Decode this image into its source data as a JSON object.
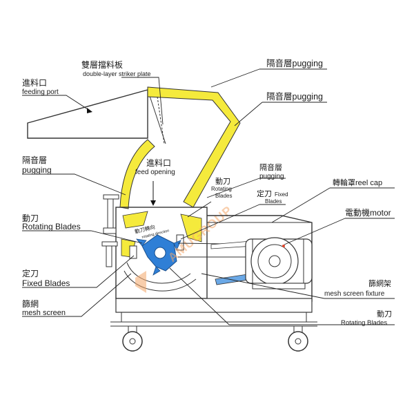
{
  "colors": {
    "pugging": "#f5ea3c",
    "rotor": "#2f7fd6",
    "belt": "#6aa8e6",
    "outline": "#333333",
    "text": "#1a1a1a",
    "motor_dot": "#e0452b",
    "watermark": "#f4a76a"
  },
  "labels": {
    "striker_plate_cn": "雙層擋料板",
    "striker_plate_en": "double-layer striker plate",
    "pugging_top_1": "隔音層pugging",
    "pugging_top_2": "隔音層pugging",
    "feeding_port_cn": "進料口",
    "feeding_port_en": "feeding port",
    "pugging_left_cn": "隔音層",
    "pugging_left_en": "pugging",
    "feed_opening_cn": "進料口",
    "feed_opening_en": "feed opening",
    "pugging_mid_cn": "隔音層",
    "pugging_mid_en": "pugging",
    "rotating_blades_mid_cn": "動刀",
    "rotating_blades_mid_en_1": "Rotating",
    "rotating_blades_mid_en_2": "Blades",
    "fixed_blades_mid_cn": "定刀",
    "fixed_blades_mid_en_1": "Fixed",
    "fixed_blades_mid_en_2": "Blades",
    "reel_cap": "轉輪罩reel cap",
    "motor": "電動機motor",
    "rotating_blades_left_cn": "動刀",
    "rotating_blades_left_en": "Rotating Blades",
    "fixed_blades_left_cn": "定刀",
    "fixed_blades_left_en": "Fixed Blades",
    "mesh_screen_cn": "篩網",
    "mesh_screen_en": "mesh screen",
    "mesh_fixture_cn": "篩網架",
    "mesh_fixture_en": "mesh screen fixture",
    "rotating_blades_right_cn": "動刀",
    "rotating_blades_right_en": "Rotating Blades",
    "chamber_text_cn": "動刀轉向",
    "chamber_text_en": "rotating direction",
    "watermark": "AMUGROUP"
  }
}
